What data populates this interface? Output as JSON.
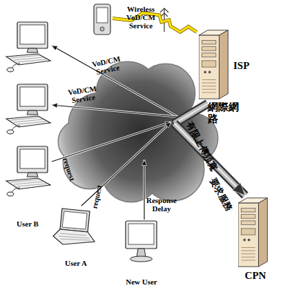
{
  "diagram": {
    "nodes": [
      {
        "text": []
      },
      {
        "text": [
          "ISP"
        ]
      },
      {
        "text": []
      },
      {
        "text": []
      },
      {
        "text": [
          "網際網路"
        ]
      },
      {
        "text": [
          "User B"
        ]
      },
      {
        "text": [
          "User A"
        ]
      },
      {
        "text": [
          "New User"
        ]
      },
      {
        "text": [
          "CPN"
        ]
      }
    ],
    "edges": [
      {
        "from": 4,
        "to": 2,
        "label": "VoD/CM Service",
        "arrow": "to"
      },
      {
        "from": 4,
        "to": 3,
        "label": "VoD/CM Service",
        "arrow": "to"
      },
      {
        "from": 1,
        "to": 0,
        "label": "Wireless VoD/CM Service",
        "arrow": "none"
      },
      {
        "from": 5,
        "to": 4,
        "label": "request",
        "arrow": "to"
      },
      {
        "from": 6,
        "to": 4,
        "label": "request",
        "arrow": "to"
      },
      {
        "from": 7,
        "to": 4,
        "label": "Response Delay",
        "arrow": "to"
      },
      {
        "from": 1,
        "to": 4,
        "label": "有限上傳頻寬",
        "arrow": "none"
      },
      {
        "from": 4,
        "to": 8,
        "label": "要求服務",
        "arrow": "to"
      }
    ]
  }
}
